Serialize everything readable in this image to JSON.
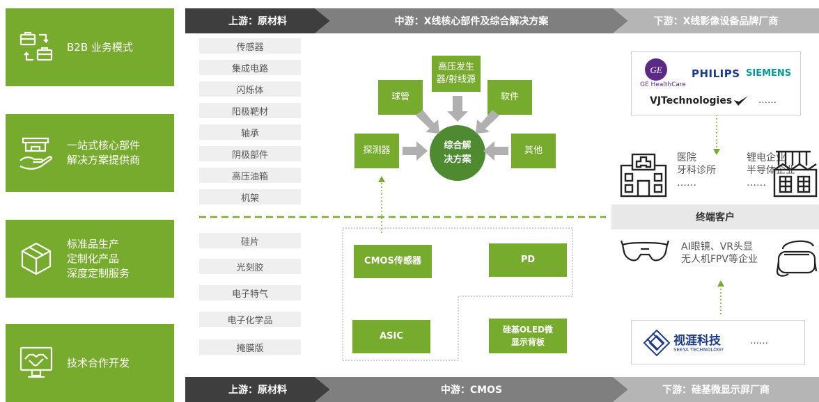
{
  "business_models": [
    {
      "icon": "briefcase-exchange-icon",
      "label": "B2B 业务模式"
    },
    {
      "icon": "hand-shop-icon",
      "label": "一站式核心部件\n解决方案提供商"
    },
    {
      "icon": "cube-icon",
      "label": "标准品生产\n定制化产品\n深度定制服务"
    },
    {
      "icon": "handshake-monitor-icon",
      "label": "技术合作开发"
    }
  ],
  "top_chain": {
    "upstream": "上游：原材料",
    "midstream": "中游：X线核心部件及综合解决方案",
    "downstream": "下游：X线影像设备品牌厂商"
  },
  "bottom_chain": {
    "upstream": "上游：原材料",
    "midstream": "中游：CMOS",
    "downstream": "下游：硅基微显示屏厂商"
  },
  "xray_materials": [
    "传感器",
    "集成电路",
    "闪烁体",
    "阳极靶材",
    "轴承",
    "阴极部件",
    "高压油箱",
    "机架"
  ],
  "cmos_materials": [
    "硅片",
    "光刻胶",
    "电子特气",
    "电子化学品",
    "掩膜版"
  ],
  "xray_solution": {
    "center": "综合解\n决方案",
    "components": {
      "hv": "高压发生\n器/射线源",
      "tube": "球管",
      "software": "软件",
      "detector": "探测器",
      "other": "其他"
    }
  },
  "cmos_products": {
    "cmos_sensor": "CMOS传感器",
    "pd": "PD",
    "asic": "ASIC",
    "oled": "硅基OLED微\n显示背板"
  },
  "xray_brands": {
    "ge_name": "GE HealthCare",
    "philips": "PHILIPS",
    "siemens": "SIEMENS",
    "vj": "VJTechnologies",
    "ellipsis": "……"
  },
  "xray_customers": {
    "medical": "医院\n牙科诊所\n……",
    "industrial": "锂电企业\n半导体企业\n……"
  },
  "end_customer_label": "终端客户",
  "display_customers": "AI眼镜、VR头显\n无人机FPV等企业",
  "display_brand": {
    "name": "视涯科技",
    "sub": "SEEYA TECHNOLOGY",
    "ellipsis": "……"
  },
  "colors": {
    "green": "#77ab2d",
    "dark_green": "#4d8a30",
    "dark_gray": "#3e3e3e",
    "mid_gray": "#7f7f7f",
    "light_gray": "#b5b5b5"
  }
}
